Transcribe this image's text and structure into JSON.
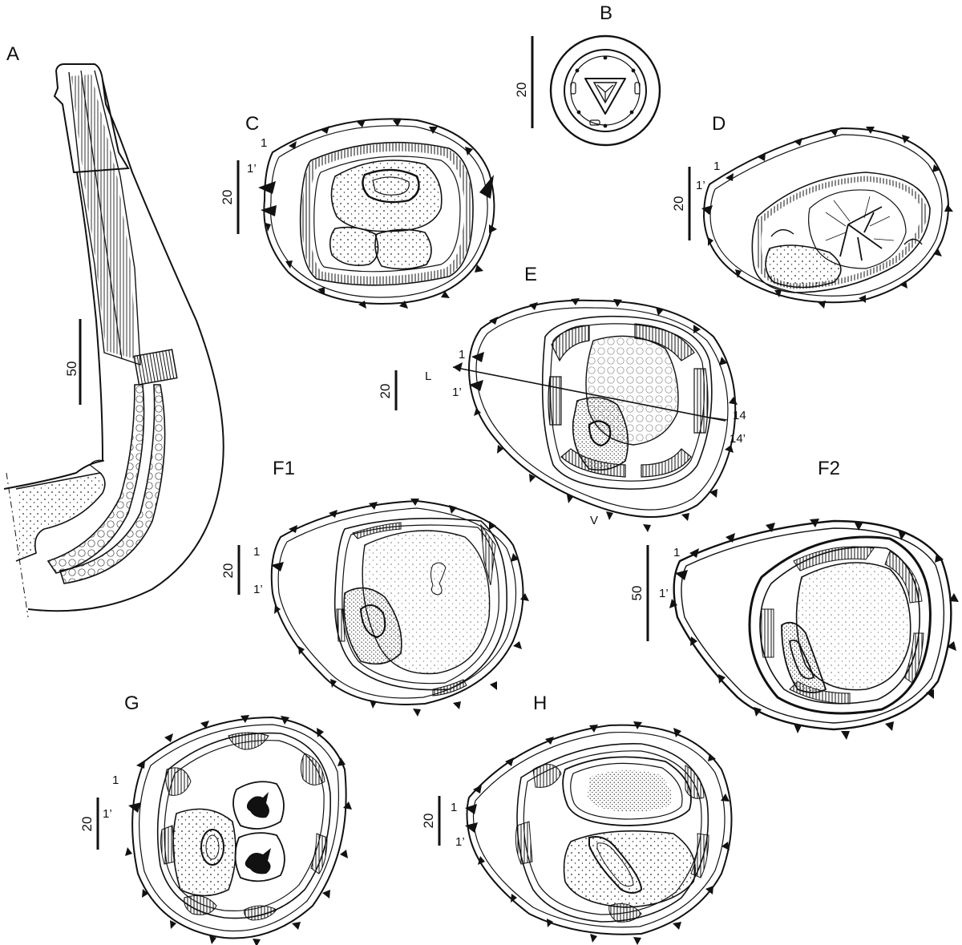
{
  "panels": [
    {
      "id": "A",
      "label": "A",
      "scale_bar": "50"
    },
    {
      "id": "B",
      "label": "B",
      "scale_bar": "20"
    },
    {
      "id": "C",
      "label": "C",
      "scale_bar": "20",
      "marks": [
        "1",
        "1’"
      ]
    },
    {
      "id": "D",
      "label": "D",
      "scale_bar": "20",
      "marks": [
        "1",
        "1’"
      ]
    },
    {
      "id": "E",
      "label": "E",
      "scale_bar": "20",
      "marks": [
        "1",
        "1’",
        "14",
        "14’",
        "L",
        "V"
      ]
    },
    {
      "id": "F1",
      "label": "F1",
      "scale_bar": "20",
      "marks": [
        "1",
        "1’"
      ]
    },
    {
      "id": "F2",
      "label": "F2",
      "scale_bar": "50",
      "marks": [
        "1",
        "1’"
      ]
    },
    {
      "id": "G",
      "label": "G",
      "scale_bar": "20",
      "marks": [
        "1",
        "1’"
      ]
    },
    {
      "id": "H",
      "label": "H",
      "scale_bar": "20",
      "marks": [
        "1",
        "1’"
      ]
    }
  ]
}
